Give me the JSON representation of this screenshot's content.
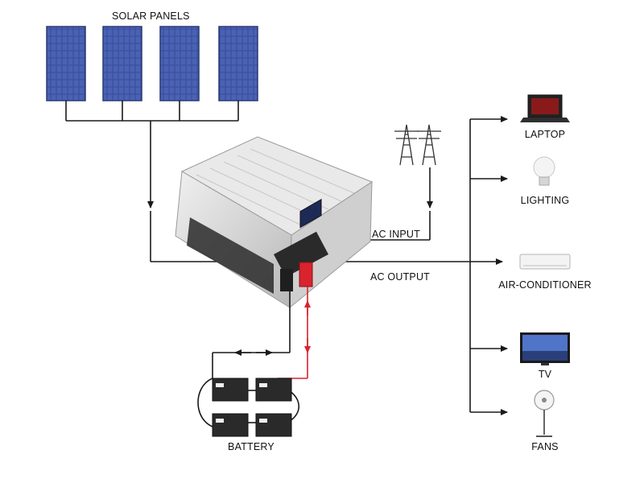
{
  "labels": {
    "solar_panels": "SOLAR PANELS",
    "ac_input": "AC INPUT",
    "ac_output": "AC OUTPUT",
    "battery": "BATTERY",
    "laptop": "LAPTOP",
    "lighting": "LIGHTING",
    "air_conditioner": "AIR-CONDITIONER",
    "tv": "TV",
    "fans": "FANS"
  },
  "colors": {
    "wire": "#1a1a1a",
    "battery_wire": "#d9232d",
    "panel": "#3b4f9b",
    "inverter_body": "#d8d8d8",
    "inverter_dark": "#2a2a2a"
  }
}
